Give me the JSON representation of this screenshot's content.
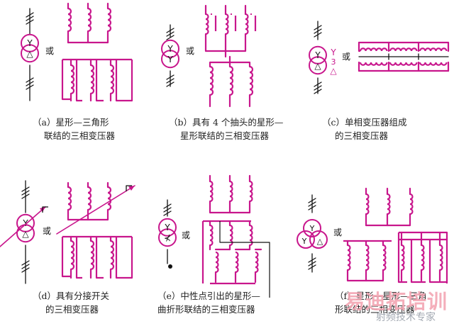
{
  "colors": {
    "winding": "#c8168c",
    "line": "#111111",
    "text": "#222222"
  },
  "or_label": "或",
  "symbols": {
    "star": "Y",
    "delta": "△",
    "number_3": "3"
  },
  "panels": [
    {
      "caption_line1": "（a）星形—三角形",
      "caption_line2": "联结的三相变压器"
    },
    {
      "caption_line1": "（b）具有 4 个抽头的星形—",
      "caption_line2": "星形联结的三相变压器"
    },
    {
      "caption_line1": "（c）单相变压器组成",
      "caption_line2": "的三相变压器"
    },
    {
      "caption_line1": "（d）具有分接开关",
      "caption_line2": "的三相变压器"
    },
    {
      "caption_line1": "（e）中性点引出的星形—",
      "caption_line2": "曲折形联结的三相变压器"
    },
    {
      "caption_line1": "（f）星形—星形—三角",
      "caption_line2": "形联结的三相变压器"
    }
  ],
  "watermark": {
    "brand": "易迪拓培训",
    "sub": "射频技术专家"
  }
}
